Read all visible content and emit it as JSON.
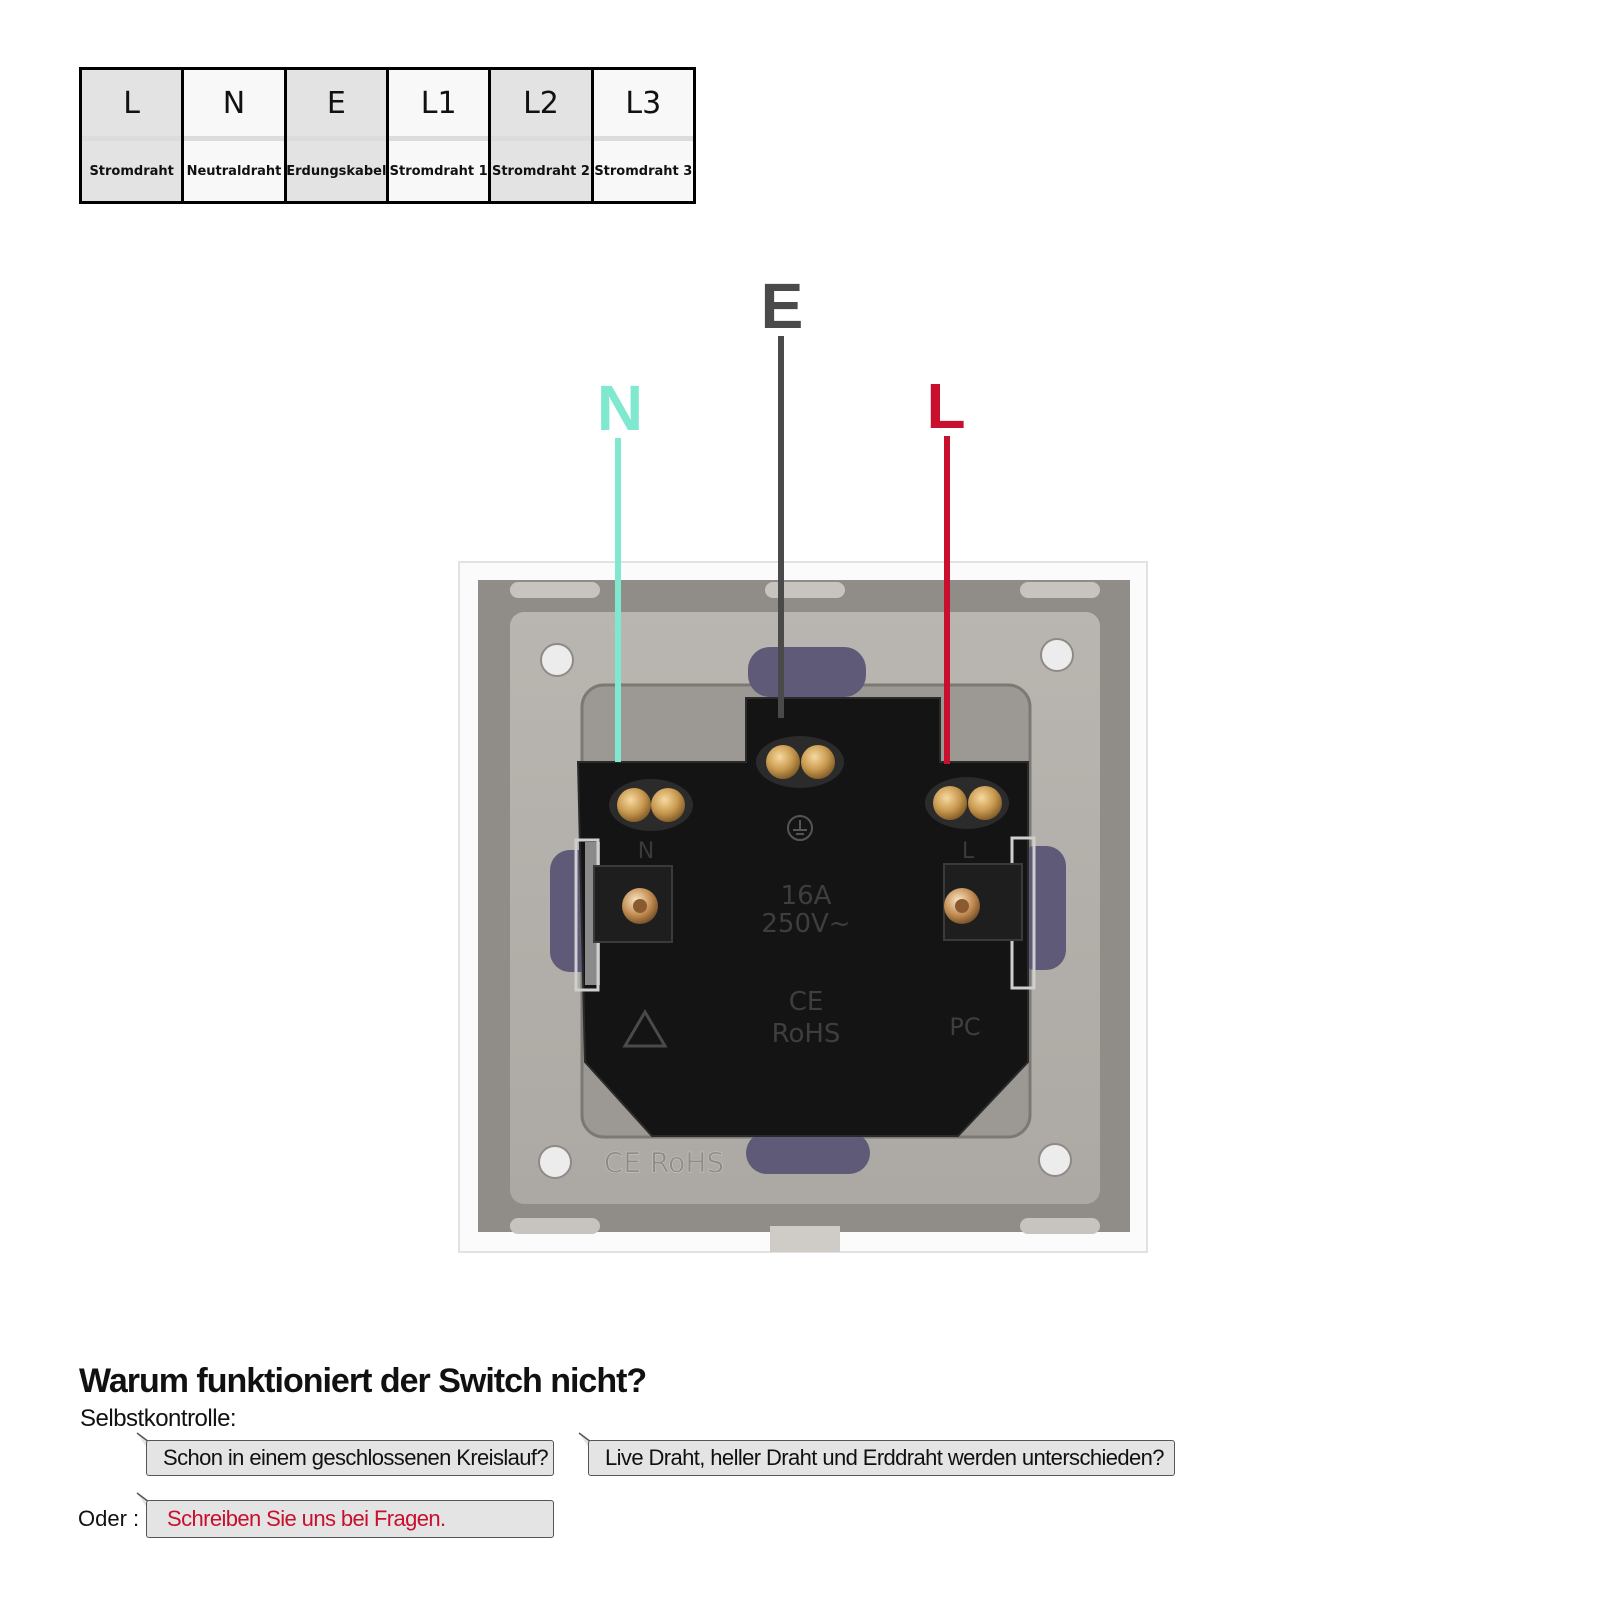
{
  "legend": [
    {
      "code": "L",
      "label": "Stromdraht",
      "shade": true
    },
    {
      "code": "N",
      "label": "Neutraldraht",
      "shade": false
    },
    {
      "code": "E",
      "label": "Erdungskabel",
      "shade": true
    },
    {
      "code": "L1",
      "label": "Stromdraht 1",
      "shade": false
    },
    {
      "code": "L2",
      "label": "Stromdraht 2",
      "shade": true
    },
    {
      "code": "L3",
      "label": "Stromdraht 3",
      "shade": false
    }
  ],
  "wires": {
    "neutral": {
      "label": "N",
      "color": "#7fe8cf"
    },
    "earth": {
      "label": "E",
      "color": "#4a4a4a"
    },
    "live": {
      "label": "L",
      "color": "#c8102e"
    }
  },
  "socket_markings": {
    "terminal_n": "N",
    "terminal_l": "L",
    "rating_current": "16A",
    "rating_voltage": "250V~",
    "ce_block": "CE",
    "rohs_block": "RoHS",
    "plate_marking": "CE RoHS",
    "pc_mark": "PC"
  },
  "faq": {
    "title": "Warum funktioniert der Switch nicht?",
    "self_check_label": "Selbstkontrolle:",
    "question_1": "Schon in einem geschlossenen Kreislauf?",
    "question_2": "Live Draht, heller Draht und Erddraht werden unterschieden?",
    "or_label": "Oder :",
    "contact": "Schreiben Sie uns bei Fragen."
  }
}
